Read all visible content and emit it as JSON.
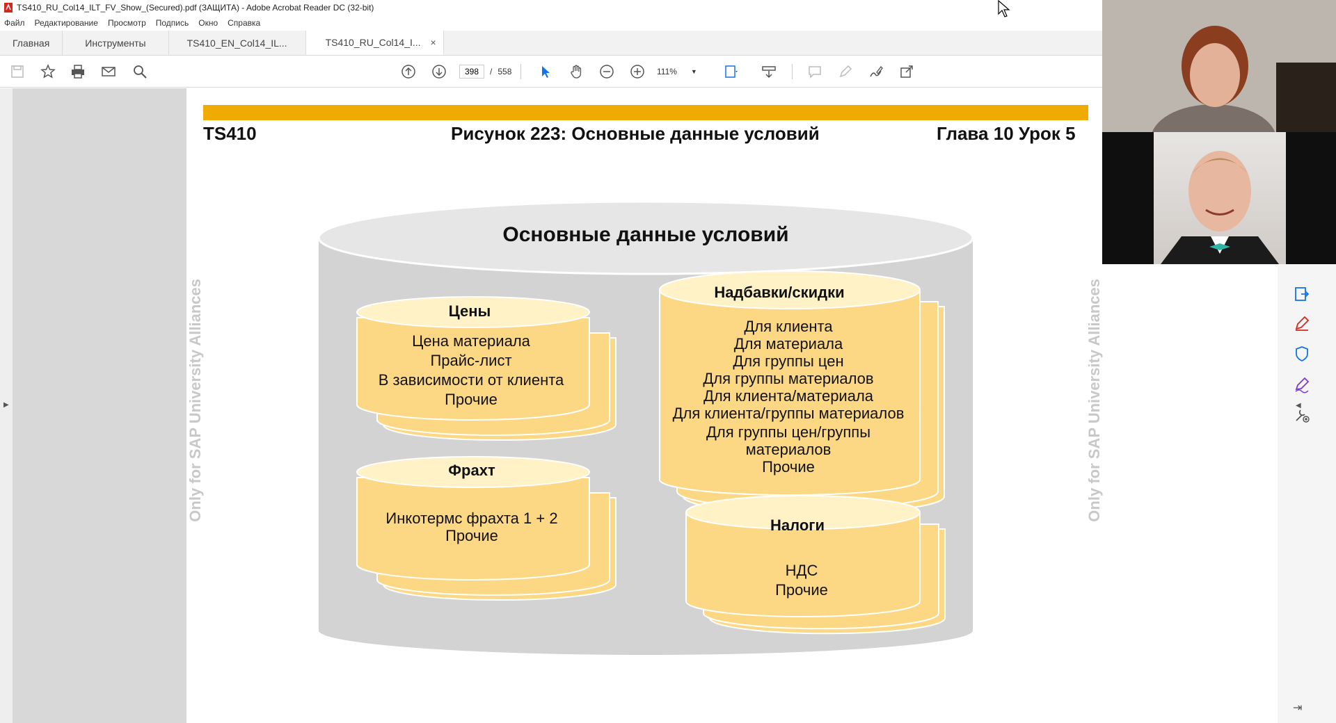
{
  "window": {
    "title": "TS410_RU_Col14_ILT_FV_Show_(Secured).pdf (ЗАЩИТА) - Adobe Acrobat Reader DC (32-bit)"
  },
  "menu": [
    "Файл",
    "Редактирование",
    "Просмотр",
    "Подпись",
    "Окно",
    "Справка"
  ],
  "tabs": {
    "home": "Главная",
    "tools": "Инструменты",
    "doc1": "TS410_EN_Col14_IL...",
    "doc2": "TS410_RU_Col14_I...",
    "close": "×"
  },
  "toolbar": {
    "page_current": "398",
    "page_sep": "/",
    "page_total": "558",
    "zoom": "111%"
  },
  "slide": {
    "left_header": "TS410",
    "center_header": "Рисунок 223: Основные данные условий",
    "right_header": "Глава 10 Урок 5",
    "watermark": "Only for SAP University Alliances",
    "main_title": "Основные данные условий",
    "prices": {
      "title": "Цены",
      "lines": [
        "Цена материала",
        "Прайс-лист",
        "В зависимости от клиента",
        "Прочие"
      ]
    },
    "freight": {
      "title": "Фрахт",
      "lines": [
        "Инкотермс фрахта 1 + 2",
        "Прочие"
      ]
    },
    "surcharges": {
      "title": "Надбавки/скидки",
      "lines": [
        "Для клиента",
        "Для материала",
        "Для группы цен",
        "Для группы материалов",
        "Для клиента/материала",
        "Для клиента/группы материалов",
        "Для группы цен/группы",
        "материалов",
        "Прочие"
      ]
    },
    "taxes": {
      "title": "Налоги",
      "lines": [
        "НДС",
        "Прочие"
      ]
    }
  },
  "colors": {
    "accent": "#f0ab00",
    "cylinder_fill": "#fdd884",
    "cylinder_top": "#fff2c7",
    "big_cylinder": "#d3d3d3"
  }
}
